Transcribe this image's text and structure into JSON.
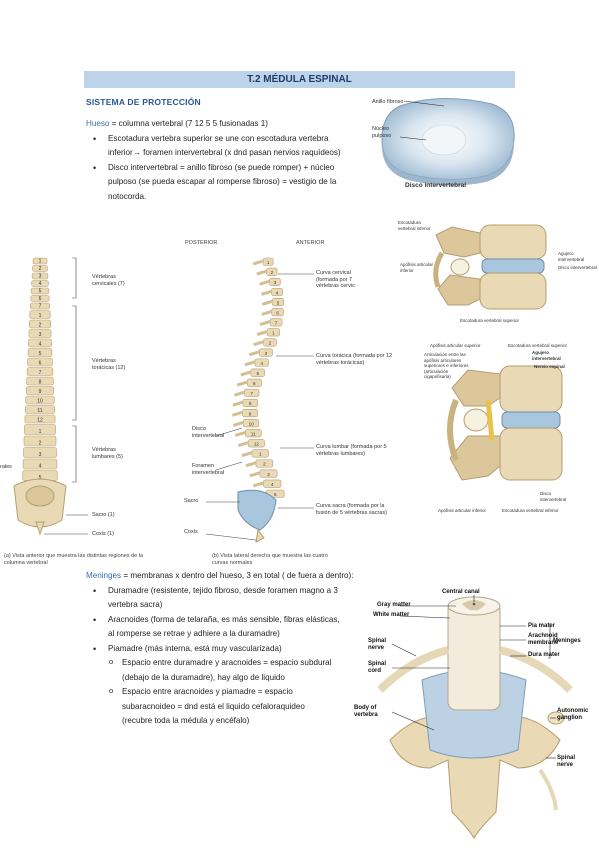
{
  "title": "T.2 MÉDULA ESPINAL",
  "section": "SISTEMA DE PROTECCIÓN",
  "hueso": {
    "lead": "Hueso",
    "intro": " = columna vertebral (7 12 5 5 fusionadas 1)",
    "bullets": [
      "Escotadura vertebra superior se une con escotadura vertebra inferior→ foramen intervertebral (x dnd pasan nervios raquídeos)",
      "Disco intervertebral = anillo fibroso (se puede romper) + núcleo pulposo (se pueda escapar al romperse fibroso) = vestigio de la notocorda."
    ]
  },
  "disc_figure": {
    "label_anillo": "Anillo fibroso",
    "label_nucleo": "Núcleo pulposo",
    "caption": "Disco intervertebral"
  },
  "lateral_top_figure": {
    "labels": [
      "Escotadura vertebral inferior",
      "Apófisis articular inferior",
      "Agujero intervertebral",
      "Disco intervertebral",
      "Escotadura vertebral superior"
    ]
  },
  "lateral_bottom_figure": {
    "labels": [
      "Apófisis articular superior",
      "Escotadura vertebral superior",
      "Agujero intervertebral",
      "Nervio espinal",
      "Articulación entre las apófisis articulares superiores e inferiores (articulación cigapofisaria)",
      "Disco intervertebral",
      "Apófisis articular inferior",
      "Escotadura vertebral inferior"
    ]
  },
  "spine_figure": {
    "posterior": "POSTERIOR",
    "anterior": "ANTERIOR",
    "front_labels": {
      "cervical": "Vértebras cervicales (7)",
      "toracic": "Vértebras torácicas (12)",
      "lumbar": "Vértebras lumbares (5)",
      "sacro": "Sacro (1)",
      "coxis": "Coxis (1)",
      "left_cut": "rales"
    },
    "side_labels": {
      "cervical": "Curva cervical (formada por 7 vértebras cervic",
      "toracic": "Curva torácica (formada por 12 vértebras torácicas)",
      "lumbar": "Curva lumbar (formada por 5 vértebras lumbares)",
      "sacra": "Curva sacra (formada por la fusión de 5 vértebras sacras)",
      "disco": "Disco intervertebral",
      "foramen": "Foramen intervertebral",
      "sacro": "Sacro",
      "coxis": "Coxis"
    },
    "numbers": [
      "1",
      "2",
      "3",
      "4",
      "5",
      "6",
      "7",
      "8",
      "9",
      "10",
      "11",
      "12"
    ],
    "caption_a": "(a) Vista anterior que muestra las distintas regiones de la columna vertebral",
    "caption_b": "(b) Vista lateral derecha que muestra las cuatro curvas normales"
  },
  "meninges": {
    "lead": "Meninges",
    "intro": " = membranas x dentro del hueso, 3 en total ( de fuera a dentro):",
    "bullets": [
      "Duramadre (resistente, tejido fibroso, desde foramen magno a 3 vertebra sacra)",
      "Aracnoides (forma de telaraña, es más sensible, fibras elásticas, al romperse se retrae y adhiere a la duramadre)",
      "Piamadre (más interna, está muy vascularizada)"
    ],
    "sub_bullets": [
      "Espacio entre duramadre y aracnoides = espacio subdural (debajo de la duramadre), hay algo de liquido",
      "Espacio entre aracnoides y piamadre = espacio subaracnoideo = dnd está el liquido cefaloraquideo (recubre toda la médula y encéfalo)"
    ]
  },
  "cord_figure": {
    "central_canal": "Central canal",
    "gray_matter": "Gray matter",
    "white_matter": "White matter",
    "spinal_nerve": "Spinal nerve",
    "spinal_cord": "Spinal cord",
    "body_of_vertebra": "Body of vertebra",
    "pia_mater": "Pia mater",
    "arachnoid": "Arachnoid membrane",
    "dura_mater": "Dura mater",
    "meninges": "Meninges",
    "autonomic_ganglion": "Autonomic ganglion",
    "spinal_nerve_2": "Spinal nerve"
  },
  "colors": {
    "title_bg": "#bcd3e9",
    "title_text": "#1f3c6b",
    "section_text": "#2b579a",
    "lead_text": "#3a6fb0",
    "bone": "#e9d9b5",
    "disc": "#a9c6df"
  }
}
